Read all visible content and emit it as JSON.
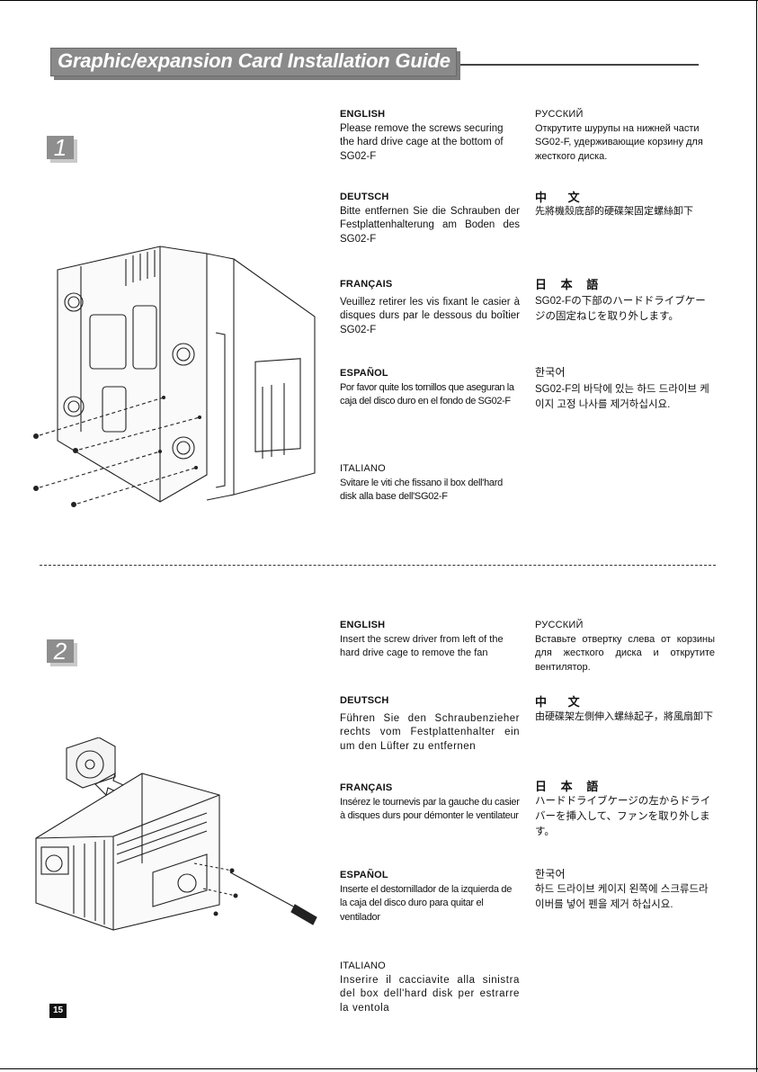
{
  "header": {
    "title": "Graphic/expansion Card Installation Guide"
  },
  "steps": [
    {
      "number": "1",
      "languages": {
        "english": {
          "heading": "ENGLISH",
          "body": "Please remove the screws securing the hard drive cage at the bottom of SG02-F"
        },
        "deutsch": {
          "heading": "DEUTSCH",
          "body": "Bitte entfernen Sie die Schrauben der Festplattenhalterung am Boden des SG02-F"
        },
        "francais": {
          "heading": "FRANÇAIS",
          "body": "Veuillez retirer les vis fixant le casier à disques durs par le dessous du boîtier SG02-F"
        },
        "espanol": {
          "heading": "ESPAÑOL",
          "body": "Por favor quite los tornillos que aseguran la caja del disco duro en el fondo de SG02-F"
        },
        "italiano": {
          "heading": "ITALIANO",
          "body": "Svitare le viti che fissano il box dell'hard disk alla base dell'SG02-F"
        },
        "russian": {
          "heading": "РУССКИЙ",
          "body": "Открутите шурупы на нижней части SG02-F, удерживающие корзину для жесткого диска."
        },
        "chinese": {
          "heading": "中 文",
          "body": "先將機殼底部的硬碟架固定螺絲卸下"
        },
        "japanese": {
          "heading": "日 本 語",
          "body": "SG02-Fの下部のハードドライブケージの固定ねじを取り外します。"
        },
        "korean": {
          "heading": "한국어",
          "body": "SG02-F의 바닥에 있는 하드 드라이브 케이지 고정 나사를 제거하십시요."
        }
      }
    },
    {
      "number": "2",
      "languages": {
        "english": {
          "heading": "ENGLISH",
          "body": "Insert the screw driver from left of the hard drive cage to remove the fan"
        },
        "deutsch": {
          "heading": "DEUTSCH",
          "body": "Führen Sie den Schraubenzieher rechts vom Festplattenhalter ein um den Lüfter zu entfernen"
        },
        "francais": {
          "heading": "FRANÇAIS",
          "body": "Insérez le tournevis par la gauche du casier à disques durs pour démonter le ventilateur"
        },
        "espanol": {
          "heading": "ESPAÑOL",
          "body": "Inserte el destornillador de la izquierda de la caja del disco duro para quitar el ventilador"
        },
        "italiano": {
          "heading": "ITALIANO",
          "body": "Inserire il cacciavite alla sinistra del box dell'hard disk per estrarre la ventola"
        },
        "russian": {
          "heading": "РУССКИЙ",
          "body": "Вставьте отвертку слева от корзины для жесткого диска и открутите вентилятор."
        },
        "chinese": {
          "heading": "中 文",
          "body": "由硬碟架左側伸入螺絲起子，將風扇卸下"
        },
        "japanese": {
          "heading": "日 本 語",
          "body": "ハードドライブケージの左からドライバーを挿入して、ファンを取り外します。"
        },
        "korean": {
          "heading": "한국어",
          "body": "하드 드라이브 케이지 왼쪽에 스크류드라이버를 넣어 펜을 제거 하십시요."
        }
      }
    }
  ],
  "footer": {
    "page_number": "15"
  }
}
